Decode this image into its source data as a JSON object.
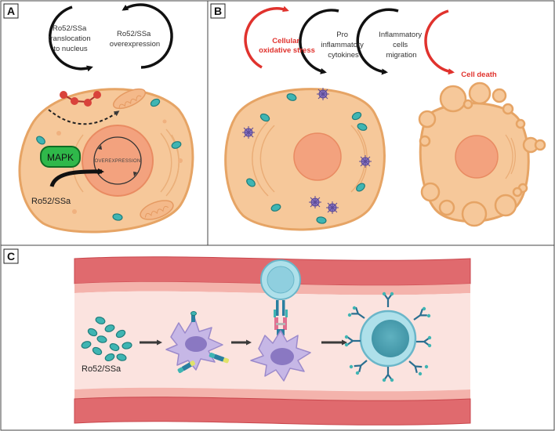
{
  "panels": {
    "a": {
      "letter": "A",
      "cycle_left": [
        "Ro52/SSa",
        "translocation",
        "to nucleus"
      ],
      "cycle_right": [
        "Ro52/SSa",
        "overexpression"
      ],
      "mapk": "MAPK",
      "overexpression": "OVEREXPRESSION",
      "ro52": "Ro52/SSa"
    },
    "b": {
      "letter": "B",
      "oxidative": [
        "Cellular",
        "oxidative stress"
      ],
      "cytokines": [
        "Pro",
        "inflammatory",
        "cytokines"
      ],
      "migration": [
        "Inflammatory",
        "cells",
        "migration"
      ],
      "cell_death": "Cell death"
    },
    "c": {
      "letter": "C",
      "ro52": "Ro52/SSa"
    }
  },
  "colors": {
    "cell_fill": "#f6c89a",
    "cell_border": "#e6a465",
    "nucleus": "#f3a27e",
    "red": "#e0322d",
    "vessel_wall": "#e06a6e",
    "vessel_lumen": "#fbe3df",
    "antigen": "#3fb5b3",
    "dendritic": "#c6b7e6",
    "t_cell": "#9fd8e4",
    "mapk_green": "#2fb84a"
  }
}
